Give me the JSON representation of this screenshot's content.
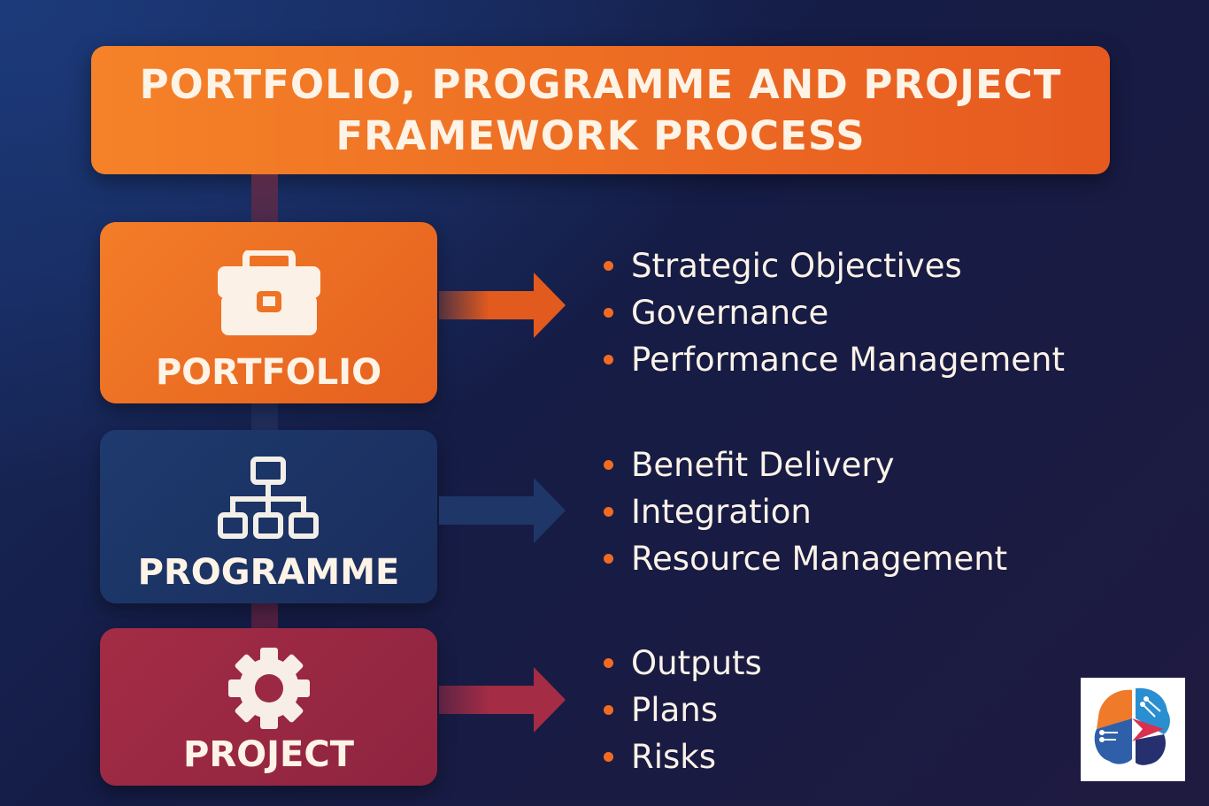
{
  "title": {
    "line1": "PORTFOLIO, PROGRAMME AND PROJECT",
    "line2": "FRAMEWORK PROCESS"
  },
  "levels": [
    {
      "label": "PORTFOLIO",
      "icon": "briefcase-icon",
      "color": "#f37d28",
      "items": [
        "Strategic Objectives",
        "Governance",
        "Performance Management"
      ]
    },
    {
      "label": "PROGRAMME",
      "icon": "hierarchy-icon",
      "color": "#1e3a6e",
      "items": [
        "Benefit Delivery",
        "Integration",
        "Resource Management"
      ]
    },
    {
      "label": "PROJECT",
      "icon": "gear-icon",
      "color": "#a42c45",
      "items": [
        "Outputs",
        "Plans",
        "Risks"
      ]
    }
  ],
  "colors": {
    "bullet": "#f26b22",
    "text": "#fdf3e6"
  },
  "logo": {
    "icon": "brain-logo-icon"
  }
}
